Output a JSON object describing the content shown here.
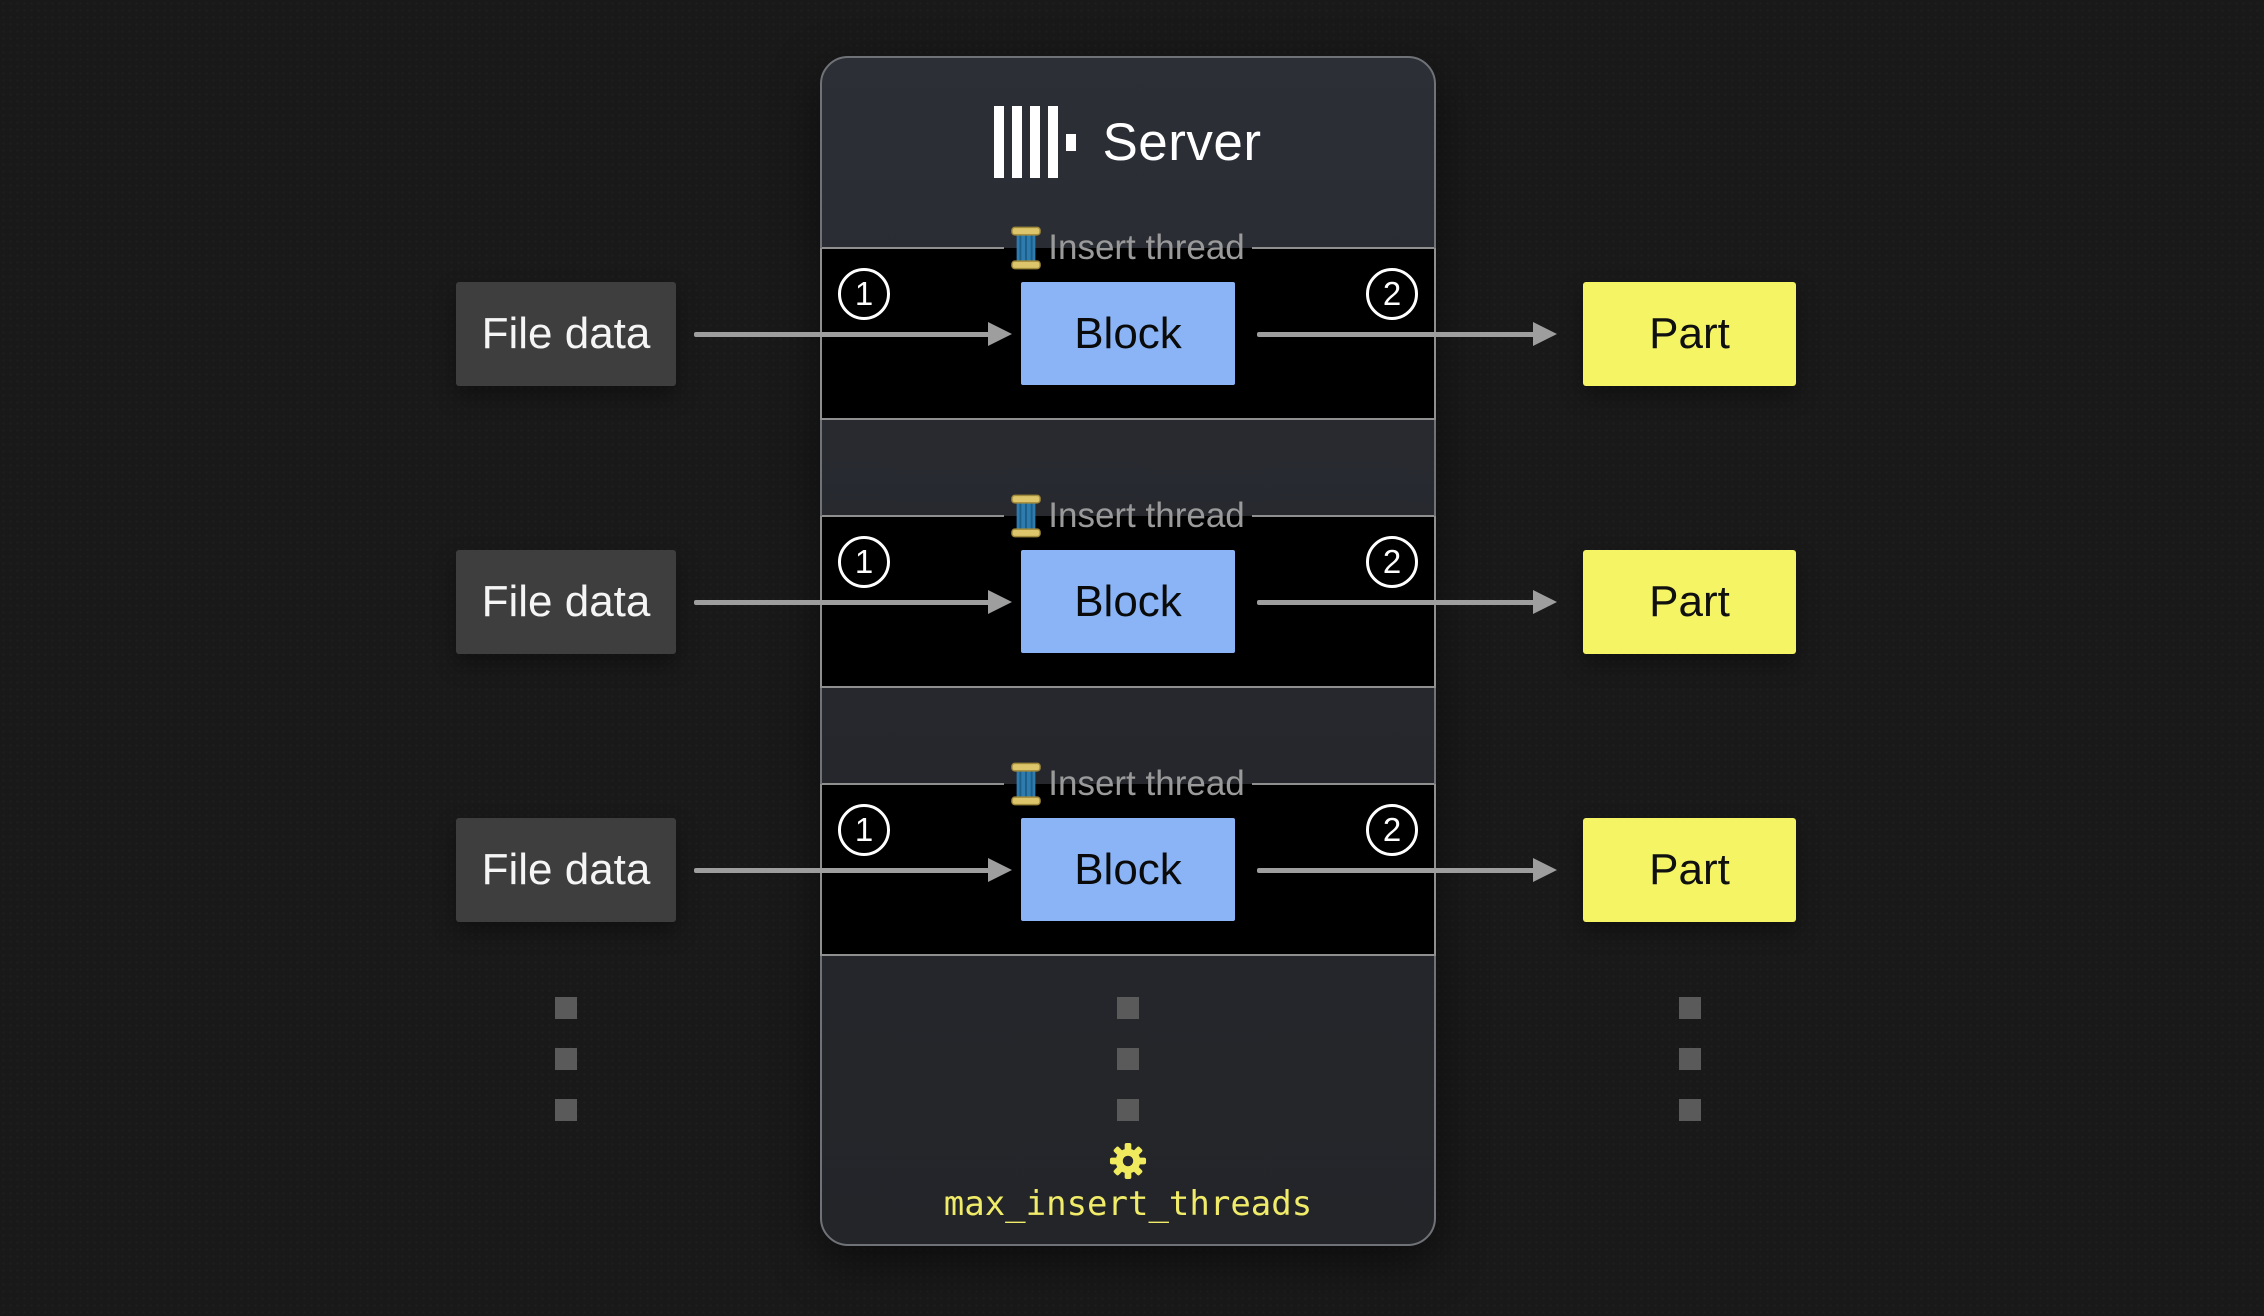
{
  "server": {
    "title": "Server",
    "logo_icon": "clickhouse-logo",
    "setting_icon": "gear-icon",
    "setting_label": "max_insert_threads"
  },
  "rows": [
    {
      "input": "File data",
      "legend_icon": "thread-spool-icon",
      "legend": "Insert thread",
      "step_in": "1",
      "block": "Block",
      "step_out": "2",
      "output": "Part"
    },
    {
      "input": "File data",
      "legend_icon": "thread-spool-icon",
      "legend": "Insert thread",
      "step_in": "1",
      "block": "Block",
      "step_out": "2",
      "output": "Part"
    },
    {
      "input": "File data",
      "legend_icon": "thread-spool-icon",
      "legend": "Insert thread",
      "step_in": "1",
      "block": "Block",
      "step_out": "2",
      "output": "Part"
    }
  ],
  "colors": {
    "background": "#191919",
    "panel_bg": "#26282e",
    "panel_border": "#6f7277",
    "thread_box_bg": "#000000",
    "thread_box_border": "#8f8f8f",
    "legend_text": "#9a9a9a",
    "block_fill": "#8ab4f5",
    "part_fill": "#f4f464",
    "file_fill": "#3e3e3e",
    "arrow": "#9e9e9e",
    "accent_yellow": "#f0eb68",
    "dot_gray": "#5a5a5a"
  }
}
